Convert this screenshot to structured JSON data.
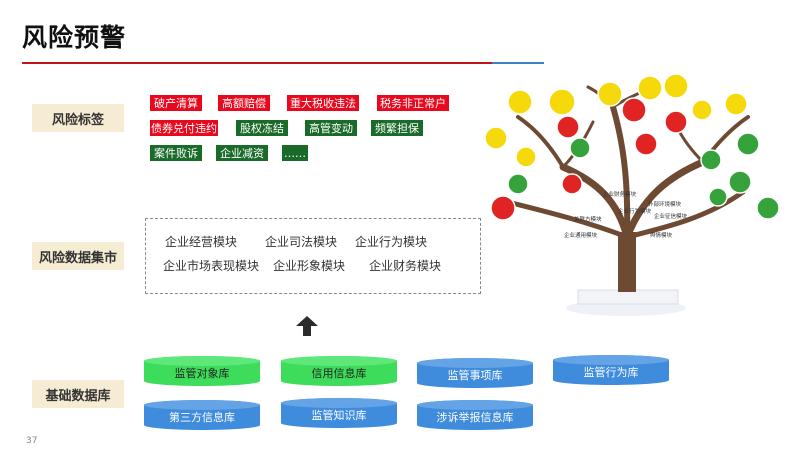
{
  "title": "风险预警",
  "page_number": "37",
  "colors": {
    "accent_red": "#c0141c",
    "accent_blue": "#3f7fc6",
    "tag_red": "#e8091e",
    "tag_green": "#1a6b2a",
    "db_green": "#3ddc5a",
    "db_blue": "#3f8bdc",
    "label_bg": "#f5ecd3"
  },
  "sections": {
    "risk_tags": "风险标签",
    "data_mart": "风险数据集市",
    "base_db": "基础数据库"
  },
  "tags": [
    {
      "label": "破产清算",
      "color": "red"
    },
    {
      "label": "高额赔偿",
      "color": "red"
    },
    {
      "label": "重大税收违法",
      "color": "red"
    },
    {
      "label": "税务非正常户",
      "color": "red"
    },
    {
      "label": "债券兑付违约",
      "color": "red"
    },
    {
      "label": "股权冻结",
      "color": "green"
    },
    {
      "label": "高管变动",
      "color": "green"
    },
    {
      "label": "频繁担保",
      "color": "green"
    },
    {
      "label": "案件败诉",
      "color": "green"
    },
    {
      "label": "企业减资",
      "color": "green"
    },
    {
      "label": "……",
      "color": "green"
    }
  ],
  "modules": [
    "企业经营模块",
    "企业司法模块",
    "企业行为模块",
    "企业市场表现模块",
    "企业形象模块",
    "企业财务模块"
  ],
  "arrow_icon": "up-arrow-icon",
  "databases": [
    {
      "label": "监管对象库",
      "color": "green"
    },
    {
      "label": "信用信息库",
      "color": "green"
    },
    {
      "label": "监管事项库",
      "color": "blue"
    },
    {
      "label": "监管行为库",
      "color": "blue"
    },
    {
      "label": "第三方信息库",
      "color": "blue"
    },
    {
      "label": "监管知识库",
      "color": "blue"
    },
    {
      "label": "涉诉举报信息库",
      "color": "blue"
    }
  ],
  "tree": {
    "branch_labels": [
      "企业财务模块",
      "外部环境模块",
      "企业行为模块",
      "企业征信模块",
      "关联方模块",
      "企业通用模块",
      "舆情模块"
    ],
    "leaf_colors": [
      "#e02424",
      "#f5d90a",
      "#35a23c"
    ]
  }
}
